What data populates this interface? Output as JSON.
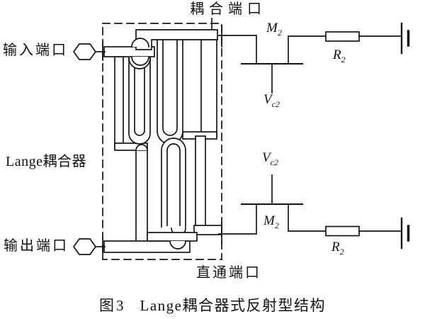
{
  "figure": {
    "caption_number": "图3",
    "caption_title": "Lange耦合器式反射型结构"
  },
  "labels": {
    "coupled_port": "耦合端口",
    "input_port": "输入端口",
    "coupler_name": "Lange耦合器",
    "output_port": "输出端口",
    "through_port": "直通端口"
  },
  "components": {
    "transistor_top": {
      "name": "M",
      "sub": "2"
    },
    "gate_bias_top": {
      "name": "V",
      "sub": "c2"
    },
    "resistor_top": {
      "name": "R",
      "sub": "2"
    },
    "gate_bias_bottom": {
      "name": "V",
      "sub": "c2"
    },
    "transistor_bottom": {
      "name": "M",
      "sub": "2"
    },
    "resistor_bottom": {
      "name": "R",
      "sub": "2"
    }
  },
  "colors": {
    "line": "#151515",
    "background": "#ffffff"
  }
}
